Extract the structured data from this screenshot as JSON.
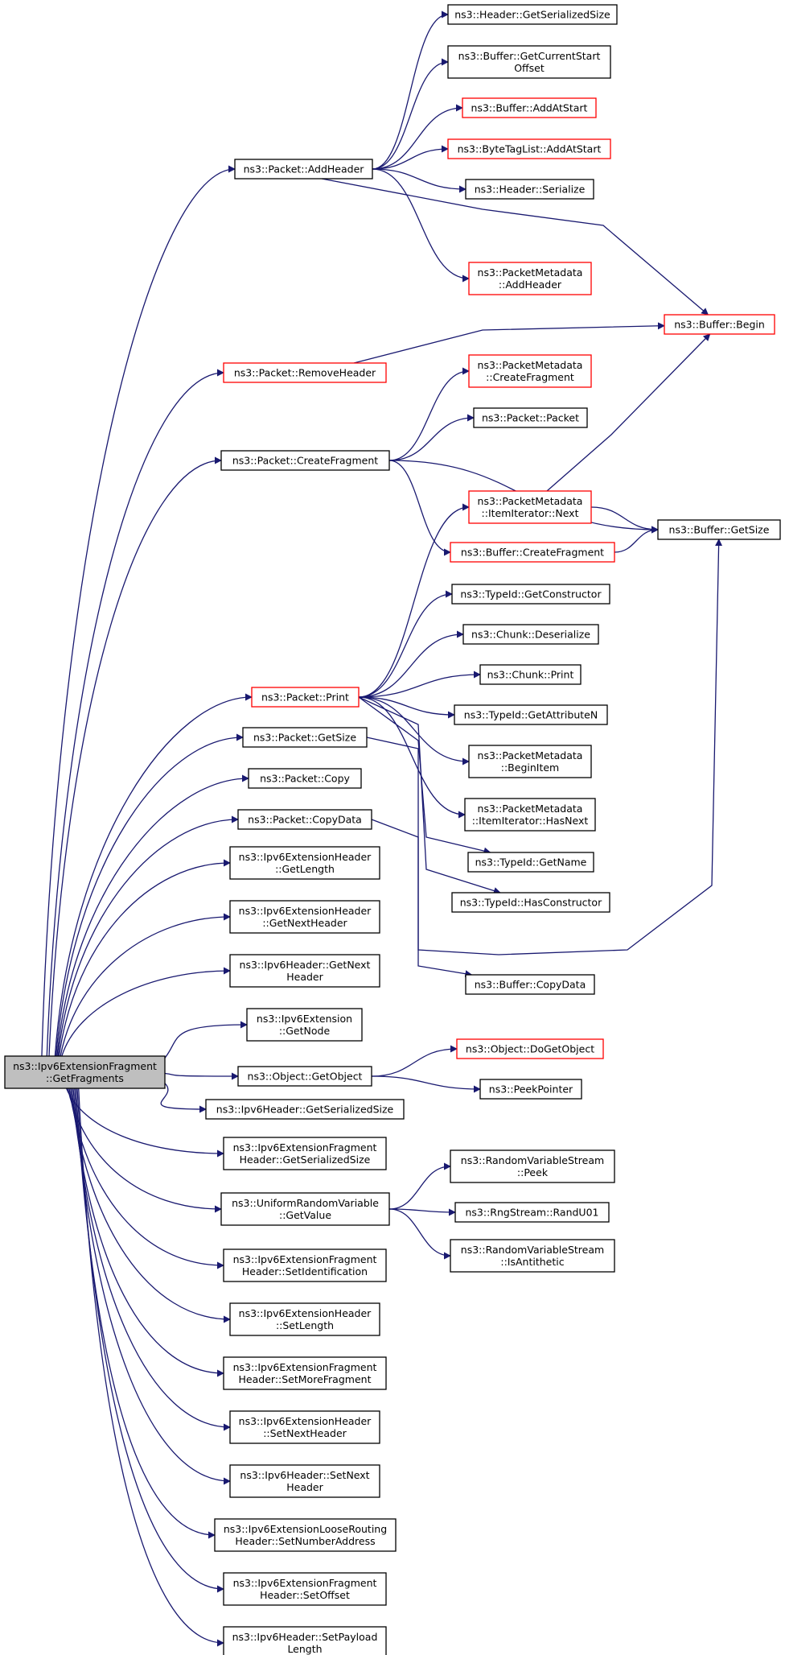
{
  "colors": {
    "edge": "#191970",
    "normal_border": "#000000",
    "incomplete_border": "#ff0000",
    "root_fill": "#bfbfbf"
  },
  "nodes": [
    {
      "id": "root",
      "lines": [
        "ns3::Ipv6ExtensionFragment",
        "::GetFragments"
      ],
      "style": "root"
    },
    {
      "id": "addHeader",
      "lines": [
        "ns3::Packet::AddHeader"
      ],
      "style": "normal"
    },
    {
      "id": "getSerializedSize",
      "lines": [
        "ns3::Header::GetSerializedSize"
      ],
      "style": "normal"
    },
    {
      "id": "getCurrentStartOffset",
      "lines": [
        "ns3::Buffer::GetCurrentStart",
        "Offset"
      ],
      "style": "normal"
    },
    {
      "id": "bufAddAtStart",
      "lines": [
        "ns3::Buffer::AddAtStart"
      ],
      "style": "red"
    },
    {
      "id": "btlAddAtStart",
      "lines": [
        "ns3::ByteTagList::AddAtStart"
      ],
      "style": "red"
    },
    {
      "id": "headerSerialize",
      "lines": [
        "ns3::Header::Serialize"
      ],
      "style": "normal"
    },
    {
      "id": "pmAddHeader",
      "lines": [
        "ns3::PacketMetadata",
        "::AddHeader"
      ],
      "style": "red"
    },
    {
      "id": "bufBegin",
      "lines": [
        "ns3::Buffer::Begin"
      ],
      "style": "red"
    },
    {
      "id": "removeHeader",
      "lines": [
        "ns3::Packet::RemoveHeader"
      ],
      "style": "red"
    },
    {
      "id": "pmCreateFragment",
      "lines": [
        "ns3::PacketMetadata",
        "::CreateFragment"
      ],
      "style": "red"
    },
    {
      "id": "packetPacket",
      "lines": [
        "ns3::Packet::Packet"
      ],
      "style": "normal"
    },
    {
      "id": "packetCreateFragment",
      "lines": [
        "ns3::Packet::CreateFragment"
      ],
      "style": "normal"
    },
    {
      "id": "pmIterNext",
      "lines": [
        "ns3::PacketMetadata",
        "::ItemIterator::Next"
      ],
      "style": "red"
    },
    {
      "id": "bufGetSize",
      "lines": [
        "ns3::Buffer::GetSize"
      ],
      "style": "normal"
    },
    {
      "id": "bufCreateFragment",
      "lines": [
        "ns3::Buffer::CreateFragment"
      ],
      "style": "red"
    },
    {
      "id": "typeGetConstructor",
      "lines": [
        "ns3::TypeId::GetConstructor"
      ],
      "style": "normal"
    },
    {
      "id": "chunkDeserialize",
      "lines": [
        "ns3::Chunk::Deserialize"
      ],
      "style": "normal"
    },
    {
      "id": "packetPrint",
      "lines": [
        "ns3::Packet::Print"
      ],
      "style": "red"
    },
    {
      "id": "chunkPrint",
      "lines": [
        "ns3::Chunk::Print"
      ],
      "style": "normal"
    },
    {
      "id": "typeGetAttributeN",
      "lines": [
        "ns3::TypeId::GetAttributeN"
      ],
      "style": "normal"
    },
    {
      "id": "packetGetSize",
      "lines": [
        "ns3::Packet::GetSize"
      ],
      "style": "normal"
    },
    {
      "id": "pmBeginItem",
      "lines": [
        "ns3::PacketMetadata",
        "::BeginItem"
      ],
      "style": "normal"
    },
    {
      "id": "packetCopy",
      "lines": [
        "ns3::Packet::Copy"
      ],
      "style": "normal"
    },
    {
      "id": "packetCopyData",
      "lines": [
        "ns3::Packet::CopyData"
      ],
      "style": "normal"
    },
    {
      "id": "pmIterHasNext",
      "lines": [
        "ns3::PacketMetadata",
        "::ItemIterator::HasNext"
      ],
      "style": "normal"
    },
    {
      "id": "extGetLength",
      "lines": [
        "ns3::Ipv6ExtensionHeader",
        "::GetLength"
      ],
      "style": "normal"
    },
    {
      "id": "typeGetName",
      "lines": [
        "ns3::TypeId::GetName"
      ],
      "style": "normal"
    },
    {
      "id": "typeHasConstructor",
      "lines": [
        "ns3::TypeId::HasConstructor"
      ],
      "style": "normal"
    },
    {
      "id": "extGetNextHeader",
      "lines": [
        "ns3::Ipv6ExtensionHeader",
        "::GetNextHeader"
      ],
      "style": "normal"
    },
    {
      "id": "ipv6GetNextHeader",
      "lines": [
        "ns3::Ipv6Header::GetNext",
        "Header"
      ],
      "style": "normal"
    },
    {
      "id": "bufCopyData",
      "lines": [
        "ns3::Buffer::CopyData"
      ],
      "style": "normal"
    },
    {
      "id": "extGetNode",
      "lines": [
        "ns3::Ipv6Extension",
        "::GetNode"
      ],
      "style": "normal"
    },
    {
      "id": "objGetObject",
      "lines": [
        "ns3::Object::GetObject"
      ],
      "style": "normal"
    },
    {
      "id": "objDoGetObject",
      "lines": [
        "ns3::Object::DoGetObject"
      ],
      "style": "red"
    },
    {
      "id": "peekPointer",
      "lines": [
        "ns3::PeekPointer"
      ],
      "style": "normal"
    },
    {
      "id": "ipv6GetSerializedSize",
      "lines": [
        "ns3::Ipv6Header::GetSerializedSize"
      ],
      "style": "normal"
    },
    {
      "id": "fragGetSerializedSize",
      "lines": [
        "ns3::Ipv6ExtensionFragment",
        "Header::GetSerializedSize"
      ],
      "style": "normal"
    },
    {
      "id": "rvsPeek",
      "lines": [
        "ns3::RandomVariableStream",
        "::Peek"
      ],
      "style": "normal"
    },
    {
      "id": "urvGetValue",
      "lines": [
        "ns3::UniformRandomVariable",
        "::GetValue"
      ],
      "style": "normal"
    },
    {
      "id": "rngRandU01",
      "lines": [
        "ns3::RngStream::RandU01"
      ],
      "style": "normal"
    },
    {
      "id": "rvsIsAntithetic",
      "lines": [
        "ns3::RandomVariableStream",
        "::IsAntithetic"
      ],
      "style": "normal"
    },
    {
      "id": "fragSetIdentification",
      "lines": [
        "ns3::Ipv6ExtensionFragment",
        "Header::SetIdentification"
      ],
      "style": "normal"
    },
    {
      "id": "extSetLength",
      "lines": [
        "ns3::Ipv6ExtensionHeader",
        "::SetLength"
      ],
      "style": "normal"
    },
    {
      "id": "fragSetMoreFragment",
      "lines": [
        "ns3::Ipv6ExtensionFragment",
        "Header::SetMoreFragment"
      ],
      "style": "normal"
    },
    {
      "id": "extSetNextHeader",
      "lines": [
        "ns3::Ipv6ExtensionHeader",
        "::SetNextHeader"
      ],
      "style": "normal"
    },
    {
      "id": "ipv6SetNextHeader",
      "lines": [
        "ns3::Ipv6Header::SetNext",
        "Header"
      ],
      "style": "normal"
    },
    {
      "id": "looseSetNumberAddress",
      "lines": [
        "ns3::Ipv6ExtensionLooseRouting",
        "Header::SetNumberAddress"
      ],
      "style": "normal"
    },
    {
      "id": "fragSetOffset",
      "lines": [
        "ns3::Ipv6ExtensionFragment",
        "Header::SetOffset"
      ],
      "style": "normal"
    },
    {
      "id": "ipv6SetPayloadLength",
      "lines": [
        "ns3::Ipv6Header::SetPayload",
        "Length"
      ],
      "style": "normal"
    }
  ],
  "edges": [
    [
      "root",
      "addHeader"
    ],
    [
      "root",
      "removeHeader"
    ],
    [
      "root",
      "packetCreateFragment"
    ],
    [
      "root",
      "packetPrint"
    ],
    [
      "root",
      "packetGetSize"
    ],
    [
      "root",
      "packetCopy"
    ],
    [
      "root",
      "packetCopyData"
    ],
    [
      "root",
      "extGetLength"
    ],
    [
      "root",
      "extGetNextHeader"
    ],
    [
      "root",
      "ipv6GetNextHeader"
    ],
    [
      "root",
      "extGetNode"
    ],
    [
      "root",
      "objGetObject"
    ],
    [
      "root",
      "ipv6GetSerializedSize"
    ],
    [
      "root",
      "fragGetSerializedSize"
    ],
    [
      "root",
      "urvGetValue"
    ],
    [
      "root",
      "fragSetIdentification"
    ],
    [
      "root",
      "extSetLength"
    ],
    [
      "root",
      "fragSetMoreFragment"
    ],
    [
      "root",
      "extSetNextHeader"
    ],
    [
      "root",
      "ipv6SetNextHeader"
    ],
    [
      "root",
      "looseSetNumberAddress"
    ],
    [
      "root",
      "fragSetOffset"
    ],
    [
      "root",
      "ipv6SetPayloadLength"
    ],
    [
      "addHeader",
      "getSerializedSize"
    ],
    [
      "addHeader",
      "getCurrentStartOffset"
    ],
    [
      "addHeader",
      "bufAddAtStart"
    ],
    [
      "addHeader",
      "btlAddAtStart"
    ],
    [
      "addHeader",
      "headerSerialize"
    ],
    [
      "addHeader",
      "pmAddHeader"
    ],
    [
      "addHeader",
      "bufBegin"
    ],
    [
      "removeHeader",
      "bufBegin"
    ],
    [
      "packetCreateFragment",
      "pmCreateFragment"
    ],
    [
      "packetCreateFragment",
      "packetPacket"
    ],
    [
      "packetCreateFragment",
      "bufGetSize"
    ],
    [
      "packetCreateFragment",
      "bufCreateFragment"
    ],
    [
      "pmIterNext",
      "bufBegin"
    ],
    [
      "pmIterNext",
      "bufGetSize"
    ],
    [
      "bufCreateFragment",
      "bufGetSize"
    ],
    [
      "packetPrint",
      "pmIterNext"
    ],
    [
      "packetPrint",
      "typeGetConstructor"
    ],
    [
      "packetPrint",
      "chunkDeserialize"
    ],
    [
      "packetPrint",
      "chunkPrint"
    ],
    [
      "packetPrint",
      "typeGetAttributeN"
    ],
    [
      "packetPrint",
      "pmBeginItem"
    ],
    [
      "packetPrint",
      "pmIterHasNext"
    ],
    [
      "packetPrint",
      "typeGetName"
    ],
    [
      "packetPrint",
      "typeHasConstructor"
    ],
    [
      "packetGetSize",
      "bufGetSize"
    ],
    [
      "packetCopyData",
      "bufCopyData"
    ],
    [
      "objGetObject",
      "objDoGetObject"
    ],
    [
      "objGetObject",
      "peekPointer"
    ],
    [
      "urvGetValue",
      "rvsPeek"
    ],
    [
      "urvGetValue",
      "rngRandU01"
    ],
    [
      "urvGetValue",
      "rvsIsAntithetic"
    ]
  ]
}
